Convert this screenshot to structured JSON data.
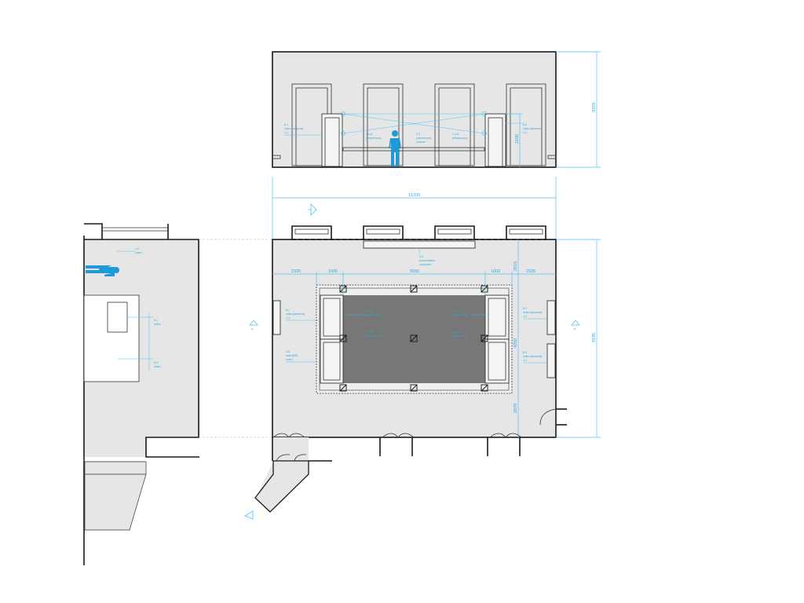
{
  "colors": {
    "floor": "#e6e6e6",
    "wall": "#1a1a1a",
    "dimension": "#4fc3f7",
    "screen_area": "#777777",
    "figure": "#1e9ad6"
  },
  "elevation": {
    "height_dim": "3370",
    "door_height_dim": "2100",
    "labels": [
      {
        "code": "6.1",
        "text": "video [screens]",
        "sub": "1:1"
      },
      {
        "code": "1.1-8",
        "text": "present proj.",
        "sub": ""
      },
      {
        "code": "2.2",
        "text": "present proj.",
        "sub": "vertical"
      },
      {
        "code": "1.1-8",
        "text": "present proj.",
        "sub": ""
      },
      {
        "code": "6.2",
        "text": "video [screens]",
        "sub": "1:1"
      }
    ]
  },
  "plan": {
    "width_dim": "11700",
    "depth_dim": "9185",
    "top_margin_dim": "2015",
    "bottom_margin_dim": "2070",
    "inner_height_dim": "4200",
    "row_dims": [
      "2325",
      "1000",
      "5550",
      "1000",
      "2325"
    ],
    "bench_label": {
      "code": "2.4",
      "text": "presentation",
      "sub": "computer"
    },
    "labels_left": [
      {
        "code": "6.1",
        "text": "video [screens]",
        "sub": "1:1"
      },
      {
        "code": "5.5",
        "text": "sofa [left]",
        "sub": "video"
      }
    ],
    "labels_center": [
      {
        "code": "1.1-8",
        "text": "present proj."
      },
      {
        "code": "1.1-8",
        "text": "present proj."
      },
      {
        "code": "1.1-8",
        "text": "present proj."
      },
      {
        "code": "1.1-8",
        "text": "present proj."
      }
    ],
    "labels_right": [
      {
        "code": "6.2",
        "text": "video [screens]",
        "sub": "1:1"
      },
      {
        "code": "6.3",
        "text": "video [screens]",
        "sub": "1:1"
      }
    ],
    "section_marks": [
      "A",
      "A"
    ]
  },
  "section": {
    "labels": [
      {
        "code": "1.0",
        "text": "video"
      },
      {
        "code": "6.1",
        "text": "video"
      },
      {
        "code": "5.3",
        "text": "video"
      }
    ]
  }
}
